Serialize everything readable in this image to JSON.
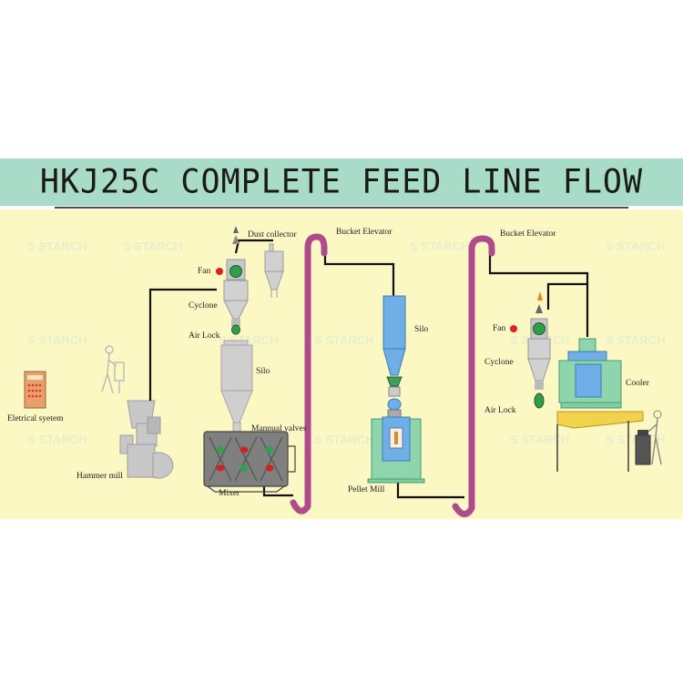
{
  "title": "HKJ25C COMPLETE FEED LINE FLOW CHART",
  "labels": {
    "electrical_system": "Eletrical syetem",
    "hammer_mill": "Hammer mill",
    "fan_1": "Fan",
    "cyclone_1": "Cyclone",
    "air_lock_1": "Air Lock",
    "dust_collector": "Dust   collector",
    "silo_1": "Silo",
    "manual_valves": "Mannual valves",
    "mixer": "Mixer",
    "bucket_elevator_1": "Bucket   Elevator",
    "silo_2": "Silo",
    "pellet_mill": "Pellet Mill",
    "bucket_elevator_2": "Bucket   Elevator",
    "fan_2": "Fan",
    "cyclone_2": "Cyclone",
    "air_lock_2": "Air Lock",
    "cooler": "Cooler"
  },
  "colors": {
    "title_band": "#a9dcc8",
    "panel_bg": "#fbf8c4",
    "elevator": "#b04a8c",
    "machine_grey": "#c8c8c8",
    "machine_blue": "#6faee6",
    "machine_green": "#8ed5ad",
    "indicator_red": "#e02020",
    "indicator_green": "#2f9e4a"
  }
}
